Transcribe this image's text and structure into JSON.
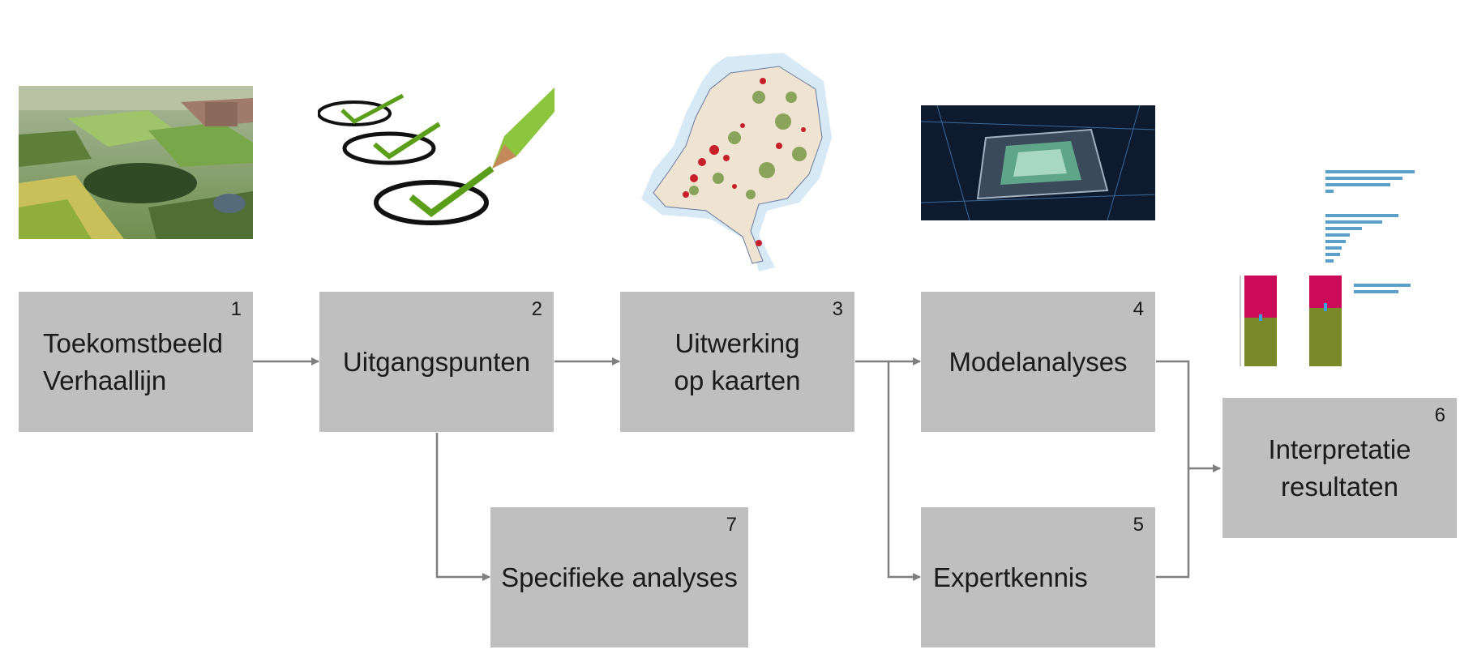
{
  "steps": [
    {
      "num": "1",
      "label": "Toekomstbeeld\nVerhaallijn"
    },
    {
      "num": "2",
      "label": "Uitgangspunten"
    },
    {
      "num": "3",
      "label": "Uitwerking\nop kaarten"
    },
    {
      "num": "4",
      "label": "Modelanalyses"
    },
    {
      "num": "5",
      "label": "Expertkennis"
    },
    {
      "num": "6",
      "label": "Interpretatie\nresultaten"
    },
    {
      "num": "7",
      "label": "Specifieke analyses"
    }
  ],
  "colors": {
    "box": "#bfbfbf",
    "arrow": "#7f7f7f"
  },
  "pictures": [
    "aerial-landscape-photo",
    "checklist-pencil-icon",
    "netherlands-map",
    "computer-chip-photo",
    "results-chart-thumbnail"
  ]
}
